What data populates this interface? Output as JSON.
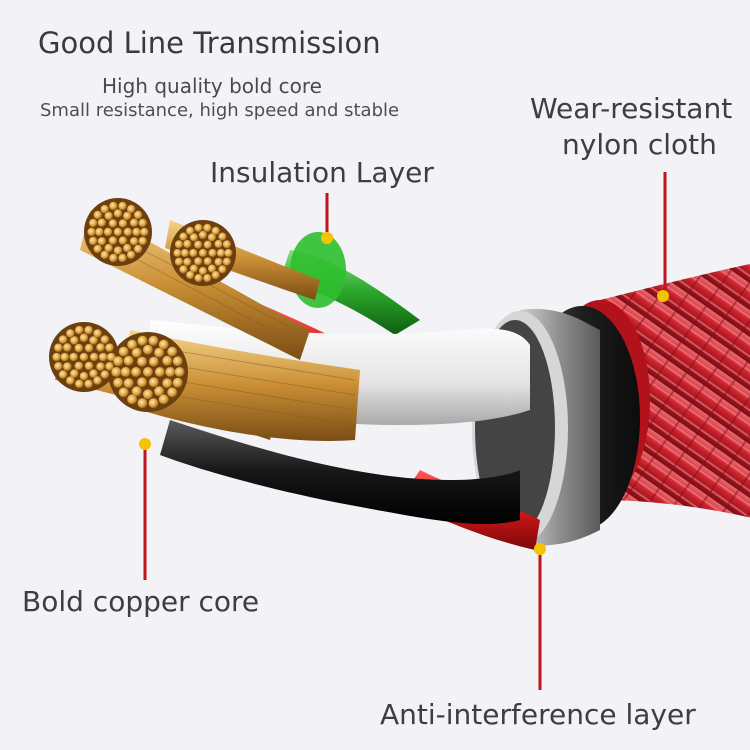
{
  "header": {
    "title": "Good Line Transmission",
    "subtitle": "High quality bold core",
    "description": "Small resistance, high speed and stable"
  },
  "callouts": {
    "insulation": "Insulation Layer",
    "nylon_line1": "Wear-resistant",
    "nylon_line2": "nylon cloth",
    "copper": "Bold copper core",
    "anti_interference": "Anti-interference layer"
  },
  "colors": {
    "background": "#f3f2f7",
    "callout_line": "#c0141c",
    "dot": "#f5c400",
    "nylon": "#c8202a",
    "copper": "#d9a545",
    "green_wire": "#2aa52a",
    "red_wire": "#d01818",
    "shield": "#9a9a9a"
  }
}
